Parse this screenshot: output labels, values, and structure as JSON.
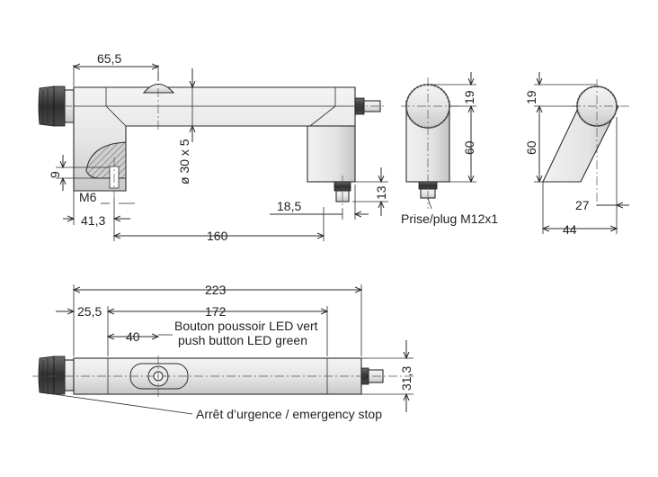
{
  "dimensions": {
    "d65_5": "65,5",
    "d30x5": "ø 30 x 5",
    "d9": "9",
    "dM6": "M6",
    "d41_3": "41,3",
    "d160": "160",
    "d18_5": "18,5",
    "d13": "13",
    "d19a": "19",
    "d60a": "60",
    "d19b": "19",
    "d60b": "60",
    "d27": "27",
    "d44": "44",
    "d223": "223",
    "d25_5": "25,5",
    "d172": "172",
    "d40": "40",
    "d31_3": "31,3"
  },
  "labels": {
    "plug": "Prise/plug M12x1",
    "led_fr": "Bouton poussoir LED vert",
    "led_en": "push button LED green",
    "estop": "Arrêt d’urgence / emergency stop"
  },
  "colors": {
    "metal_light": "#efefef",
    "metal_dark": "#bdbdbd",
    "knob": "#3a3a3a",
    "line": "#2b2b2b"
  }
}
